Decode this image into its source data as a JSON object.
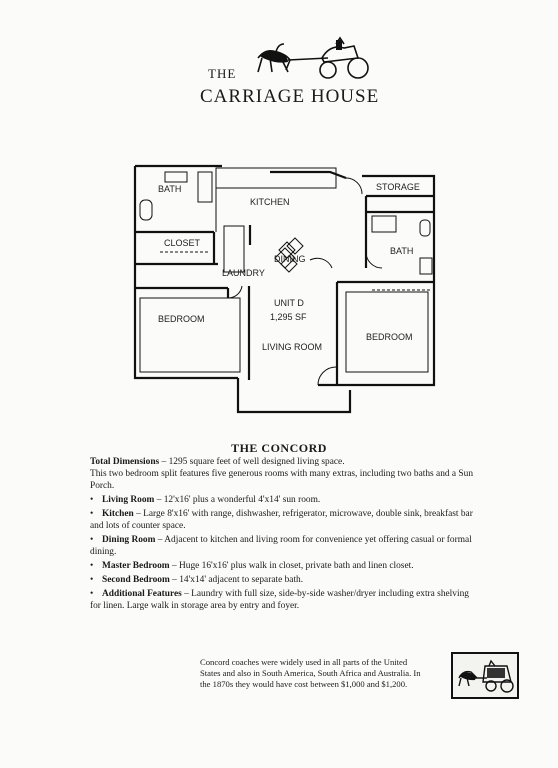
{
  "header": {
    "logo_the": "THE",
    "logo_name": "CARRIAGE HOUSE"
  },
  "floorplan": {
    "rooms": {
      "bath_left": "BATH",
      "kitchen": "KITCHEN",
      "storage": "STORAGE",
      "closet": "CLOSET",
      "dining": "DINING",
      "laundry": "LAUNDRY",
      "bath_right": "BATH",
      "unit": "UNIT D",
      "area": "1,295 SF",
      "bedroom_left": "BEDROOM",
      "bedroom_right": "BEDROOM",
      "living_room": "LIVING ROOM"
    }
  },
  "description": {
    "title": "THE CONCORD",
    "total_label": "Total Dimensions",
    "total_text": " – 1295 square feet of well designed living space.",
    "intro": "This two bedroom split features five generous rooms with many extras, including two baths and a Sun Porch.",
    "items": [
      {
        "label": "Living Room",
        "text": " – 12'x16' plus a wonderful 4'x14' sun room."
      },
      {
        "label": "Kitchen",
        "text": " – Large 8'x16' with range, dishwasher, refrigerator, microwave, double sink, breakfast bar and lots of counter space."
      },
      {
        "label": "Dining Room",
        "text": " – Adjacent to kitchen and living room for convenience yet offering casual or formal dining."
      },
      {
        "label": "Master Bedroom",
        "text": " – Huge 16'x16' plus walk in closet, private bath and linen closet."
      },
      {
        "label": "Second Bedroom",
        "text": " – 14'x14' adjacent to separate bath."
      },
      {
        "label": "Additional Features",
        "text": " – Laundry with full size, side-by-side washer/dryer including extra shelving for linen. Large walk in storage area by entry and foyer."
      }
    ],
    "bullet": "•"
  },
  "footer": {
    "note": "Concord coaches were widely used in all parts of the United States and also in South America, South Africa and Australia. In the 1870s they would have cost between $1,000 and $1,200."
  }
}
